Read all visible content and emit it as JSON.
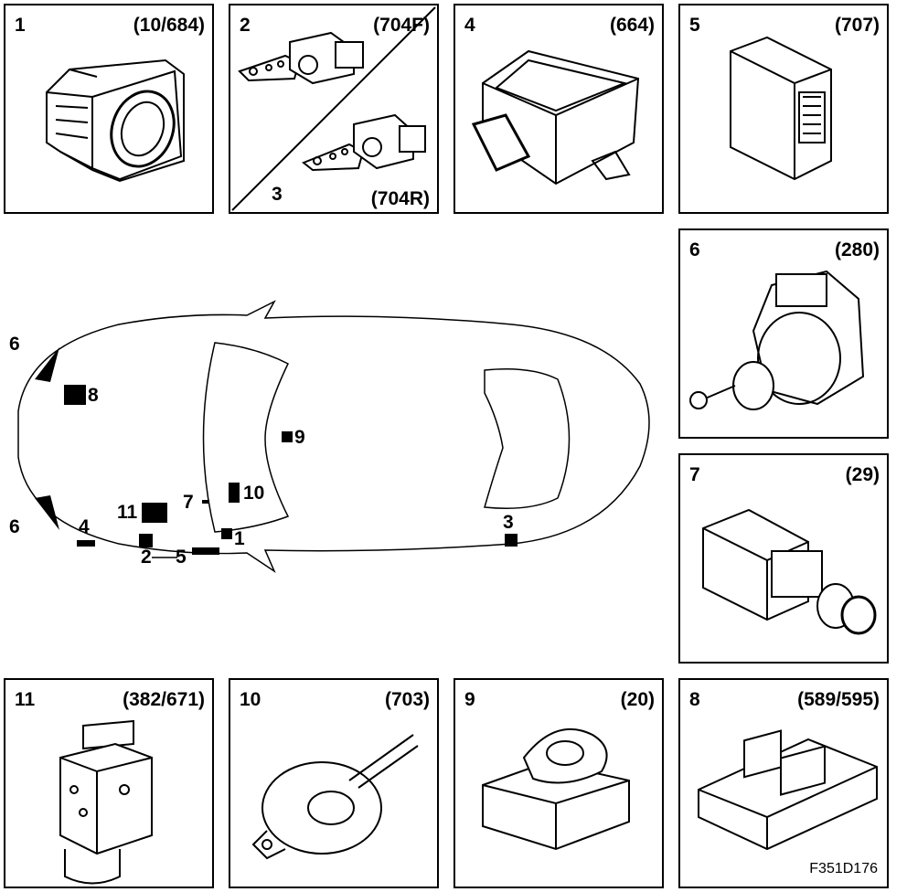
{
  "figure_id": "F351D176",
  "panels": [
    {
      "num": "1",
      "code": "(10/684)",
      "icon": "headlight-switch-icon"
    },
    {
      "num": "2",
      "code": "(704F)",
      "icon": "front-level-sensor-icon"
    },
    {
      "num": "3",
      "code": "(704R)",
      "icon": "rear-level-sensor-icon"
    },
    {
      "num": "4",
      "code": "(664)",
      "icon": "control-module-icon"
    },
    {
      "num": "5",
      "code": "(707)",
      "icon": "relay-module-icon"
    },
    {
      "num": "6",
      "code": "(280)",
      "icon": "leveling-motor-icon"
    },
    {
      "num": "7",
      "code": "(29)",
      "icon": "brake-light-switch-icon"
    },
    {
      "num": "8",
      "code": "(589/595)",
      "icon": "engine-control-module-icon"
    },
    {
      "num": "9",
      "code": "(20)",
      "icon": "ignition-switch-icon"
    },
    {
      "num": "10",
      "code": "(703)",
      "icon": "steering-angle-sensor-icon"
    },
    {
      "num": "11",
      "code": "(382/671)",
      "icon": "abs-module-icon"
    }
  ],
  "car_callouts": [
    "6",
    "8",
    "9",
    "10",
    "7",
    "11",
    "6",
    "4",
    "1",
    "2",
    "5",
    "3"
  ]
}
